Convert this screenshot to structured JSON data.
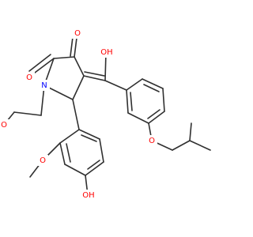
{
  "colors": {
    "bond": "#303030",
    "oxygen": "#ff0000",
    "nitrogen": "#0000ff",
    "background": "#ffffff"
  },
  "labels": {
    "o_ketone": "O",
    "o_amide": "O",
    "n_ring": "N",
    "oh_enol": "OH",
    "o_ether_chain": "O",
    "o_methoxy_aryl": "O",
    "oh_phenol": "OH",
    "o_isobutoxy": "O"
  }
}
